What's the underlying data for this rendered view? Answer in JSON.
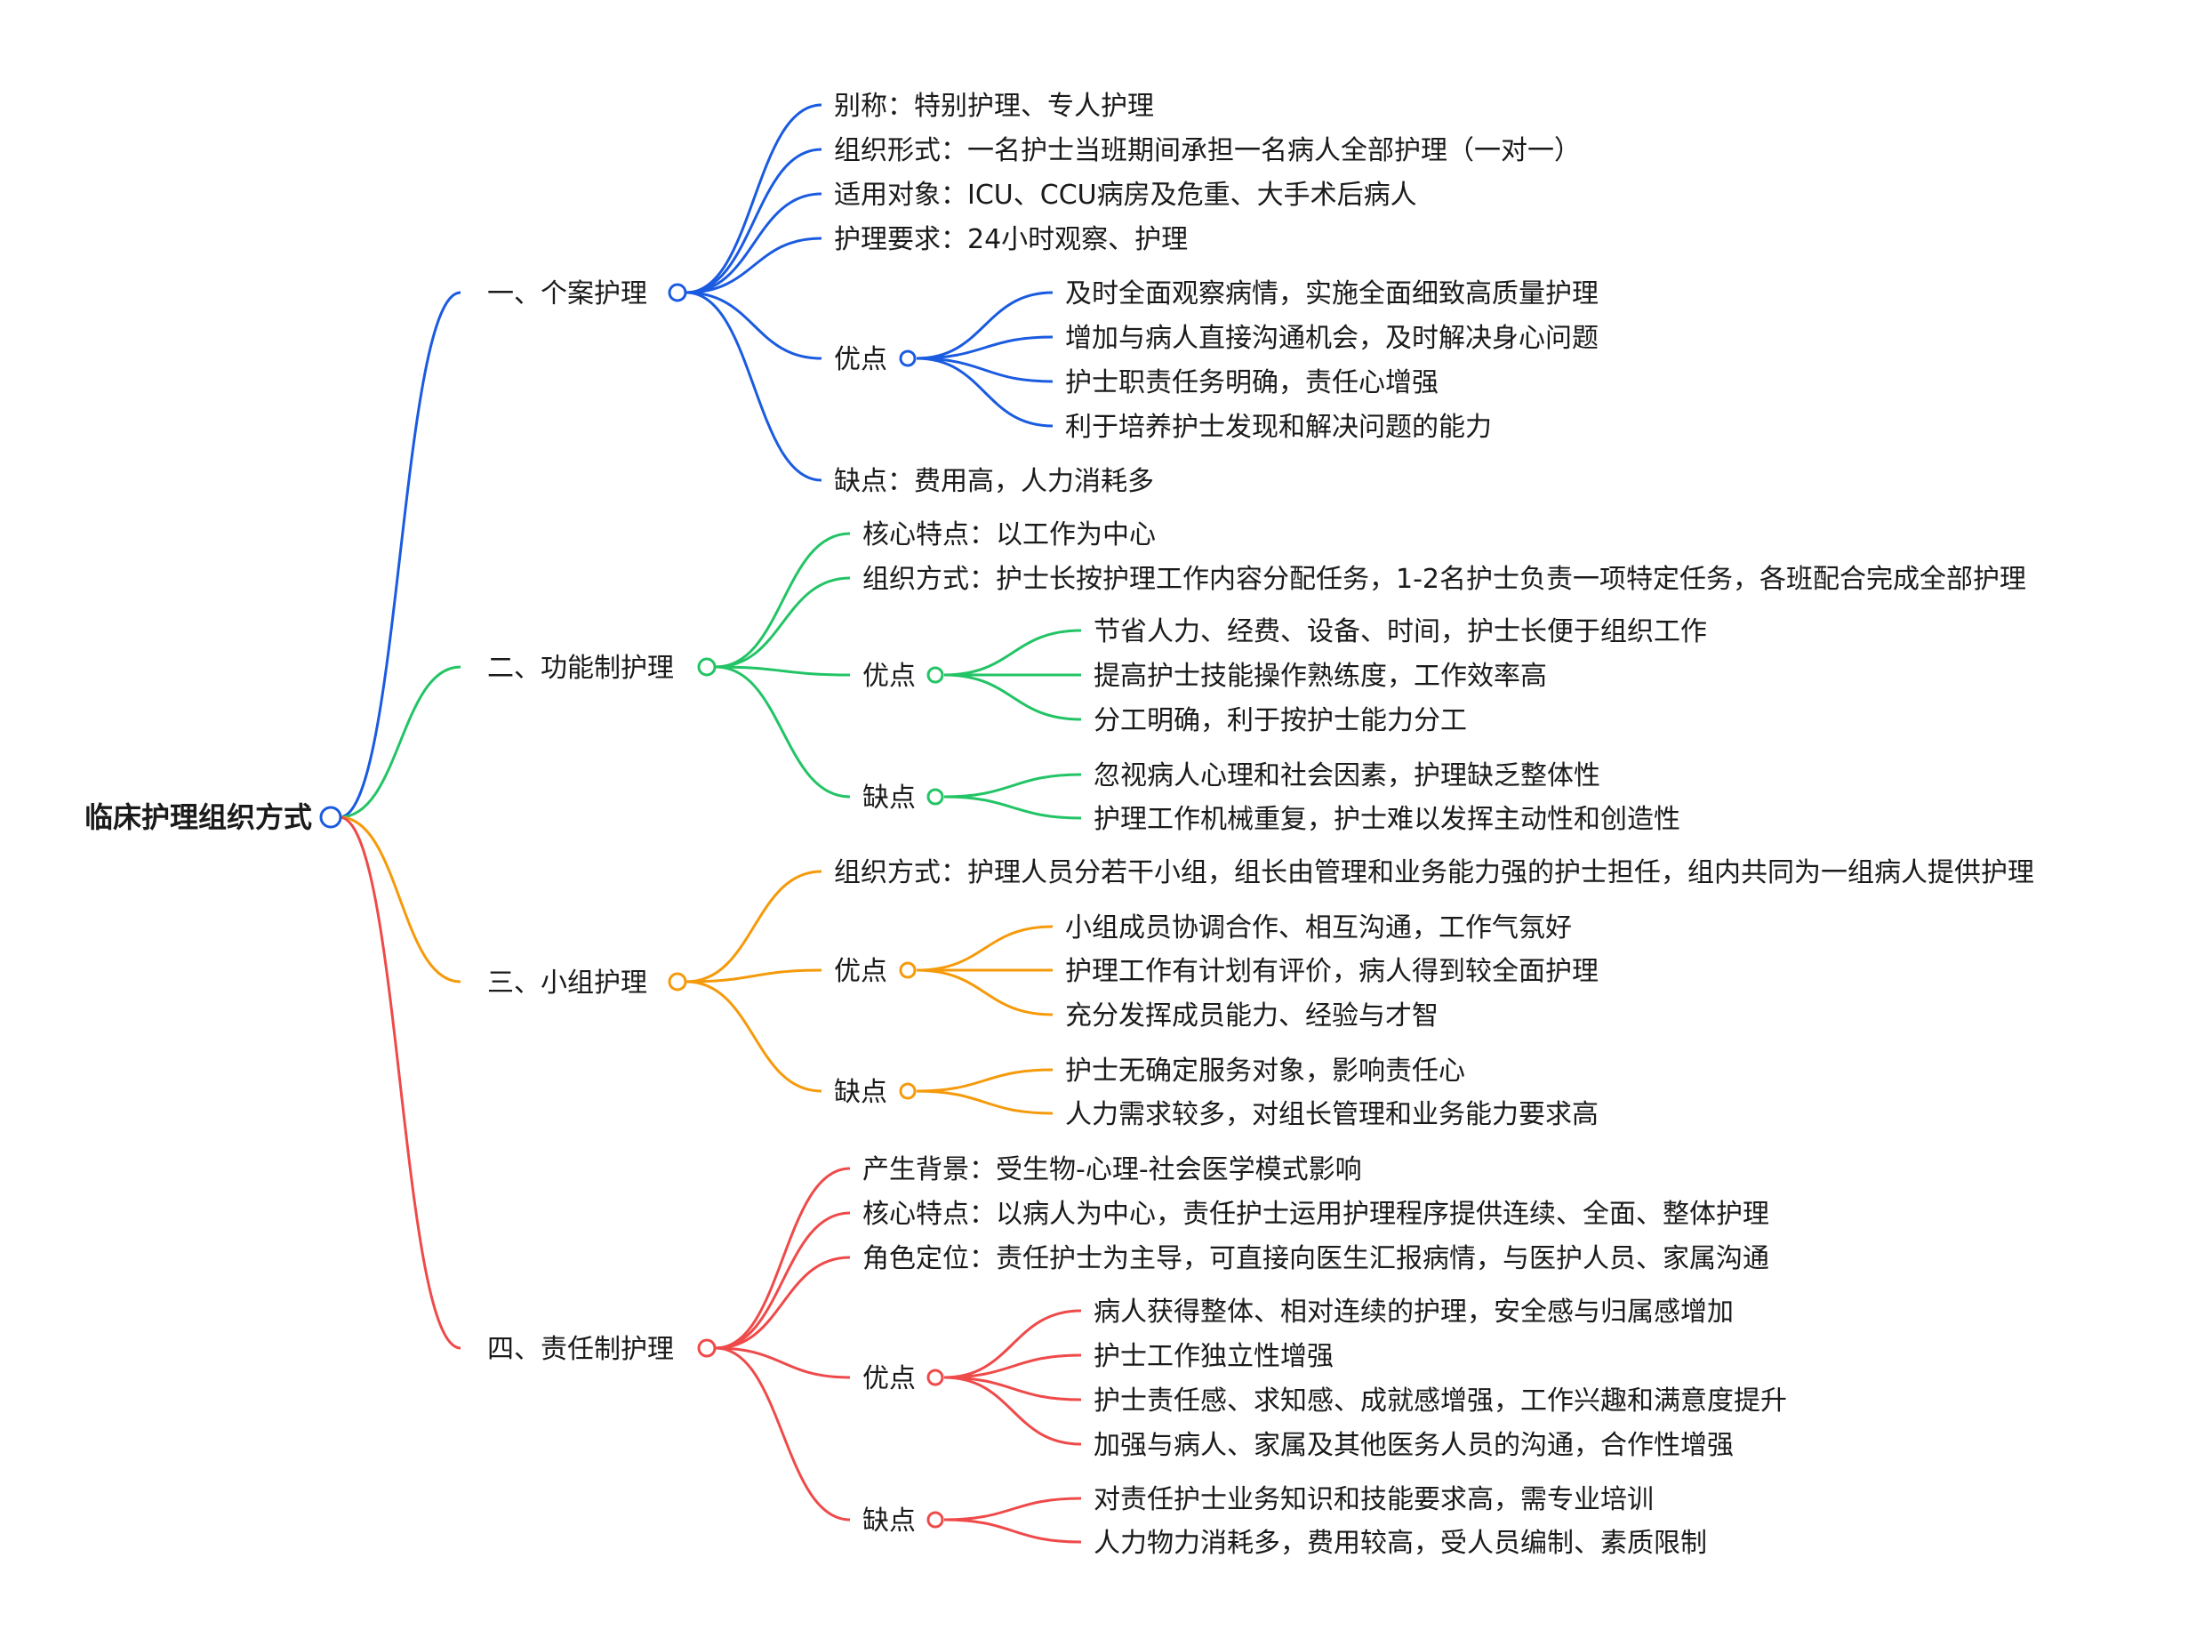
{
  "root": {
    "label": "临床护理组织方式"
  },
  "branches": [
    {
      "label": "一、个案护理",
      "color": "#1a5be0",
      "children": [
        {
          "label": "别称：特别护理、专人护理"
        },
        {
          "label": "组织形式：一名护士当班期间承担一名病人全部护理（一对一）"
        },
        {
          "label": "适用对象：ICU、CCU病房及危重、大手术后病人"
        },
        {
          "label": "护理要求：24小时观察、护理"
        },
        {
          "label": "优点",
          "children": [
            {
              "label": "及时全面观察病情，实施全面细致高质量护理"
            },
            {
              "label": "增加与病人直接沟通机会，及时解决身心问题"
            },
            {
              "label": "护士职责任务明确，责任心增强"
            },
            {
              "label": "利于培养护士发现和解决问题的能力"
            }
          ]
        },
        {
          "label": "缺点：费用高，人力消耗多"
        }
      ]
    },
    {
      "label": "二、功能制护理",
      "color": "#22c465",
      "children": [
        {
          "label": "核心特点：以工作为中心"
        },
        {
          "label": "组织方式：护士长按护理工作内容分配任务，1-2名护士负责一项特定任务，各班配合完成全部护理"
        },
        {
          "label": "优点",
          "children": [
            {
              "label": "节省人力、经费、设备、时间，护士长便于组织工作"
            },
            {
              "label": "提高护士技能操作熟练度，工作效率高"
            },
            {
              "label": "分工明确，利于按护士能力分工"
            }
          ]
        },
        {
          "label": "缺点",
          "children": [
            {
              "label": "忽视病人心理和社会因素，护理缺乏整体性"
            },
            {
              "label": "护理工作机械重复，护士难以发挥主动性和创造性"
            }
          ]
        }
      ]
    },
    {
      "label": "三、小组护理",
      "color": "#f59a0a",
      "children": [
        {
          "label": "组织方式：护理人员分若干小组，组长由管理和业务能力强的护士担任，组内共同为一组病人提供护理"
        },
        {
          "label": "优点",
          "children": [
            {
              "label": "小组成员协调合作、相互沟通，工作气氛好"
            },
            {
              "label": "护理工作有计划有评价，病人得到较全面护理"
            },
            {
              "label": "充分发挥成员能力、经验与才智"
            }
          ]
        },
        {
          "label": "缺点",
          "children": [
            {
              "label": "护士无确定服务对象，影响责任心"
            },
            {
              "label": "人力需求较多，对组长管理和业务能力要求高"
            }
          ]
        }
      ]
    },
    {
      "label": "四、责任制护理",
      "color": "#ef4a4a",
      "children": [
        {
          "label": "产生背景：受生物-心理-社会医学模式影响"
        },
        {
          "label": "核心特点：以病人为中心，责任护士运用护理程序提供连续、全面、整体护理"
        },
        {
          "label": "角色定位：责任护士为主导，可直接向医生汇报病情，与医护人员、家属沟通"
        },
        {
          "label": "优点",
          "children": [
            {
              "label": "病人获得整体、相对连续的护理，安全感与归属感增加"
            },
            {
              "label": "护士工作独立性增强"
            },
            {
              "label": "护士责任感、求知感、成就感增强，工作兴趣和满意度提升"
            },
            {
              "label": "加强与病人、家属及其他医务人员的沟通，合作性增强"
            }
          ]
        },
        {
          "label": "缺点",
          "children": [
            {
              "label": "对责任护士业务知识和技能要求高，需专业培训"
            },
            {
              "label": "人力物力消耗多，费用较高，受人员编制、素质限制"
            }
          ]
        }
      ]
    }
  ]
}
